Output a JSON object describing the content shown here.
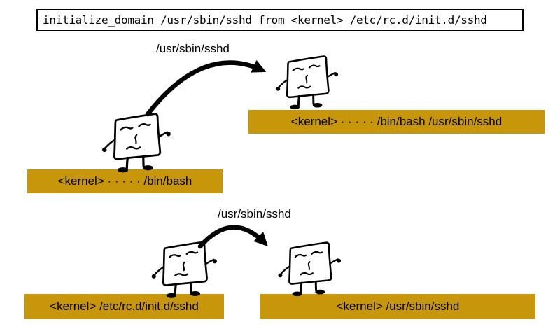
{
  "title": {
    "text": "initialize_domain /usr/sbin/sshd from <kernel> /etc/rc.d/init.d/sshd"
  },
  "colors": {
    "label_bg": "#C8960A",
    "ink": "#000000",
    "paper": "#FFFFFF"
  },
  "scene1": {
    "arrow_label": "/usr/sbin/sshd",
    "source_label": "<kernel> · · · · · /bin/bash",
    "target_label": "<kernel> · · · · · /bin/bash /usr/sbin/sshd"
  },
  "scene2": {
    "arrow_label": "/usr/sbin/sshd",
    "source_label": "<kernel> /etc/rc.d/init.d/sshd",
    "target_label": "<kernel> /usr/sbin/sshd"
  }
}
